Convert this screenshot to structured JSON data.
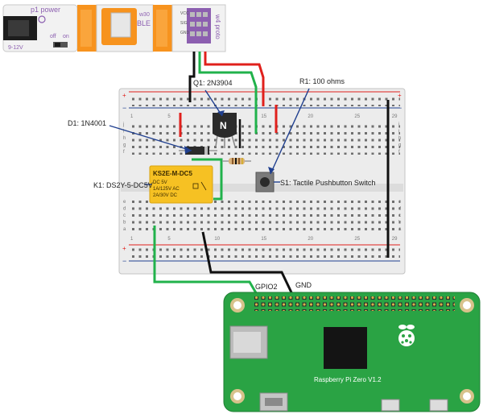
{
  "littlebits": {
    "power_module": {
      "name": "p1 power",
      "voltage": "9-12V",
      "switch_off": "off",
      "switch_on": "on"
    },
    "ble_module": {
      "name": "BLE",
      "code": "w30"
    },
    "proto_module": {
      "name": "w4 proto",
      "pin_labels": [
        "GND",
        "SIG",
        "VCC"
      ]
    }
  },
  "labels": {
    "q1": "Q1: 2N3904",
    "r1": "R1: 100 ohms",
    "d1": "D1: 1N4001",
    "k1": "K1: DS2Y-5-DC5V",
    "s1": "S1: Tactile Pushbutton Switch",
    "gpio2": "GPIO2",
    "gnd": "GND"
  },
  "transistor": {
    "letter": "N"
  },
  "relay": {
    "model": "KS2E-M-DC5",
    "lines": [
      "DC 5V",
      "1A/125V AC",
      "2A/30V DC"
    ]
  },
  "breadboard": {
    "row_letters_top": [
      "j",
      "i",
      "h",
      "g",
      "f"
    ],
    "row_letters_bottom": [
      "e",
      "d",
      "c",
      "b",
      "a"
    ],
    "column_numbers": [
      "1",
      "5",
      "10",
      "15",
      "20",
      "25",
      "29"
    ]
  },
  "raspberry_pi": {
    "name": "Raspberry Pi Zero V1.2"
  },
  "colors": {
    "wire_red": "#e0201c",
    "wire_green": "#21b24b",
    "wire_black": "#111111",
    "pointer": "#1f3f8f",
    "pi_board": "#2aa344",
    "littlebits_orange": "#f7931e",
    "littlebits_purple": "#8c5fb0",
    "relay_yellow": "#f6c123"
  }
}
